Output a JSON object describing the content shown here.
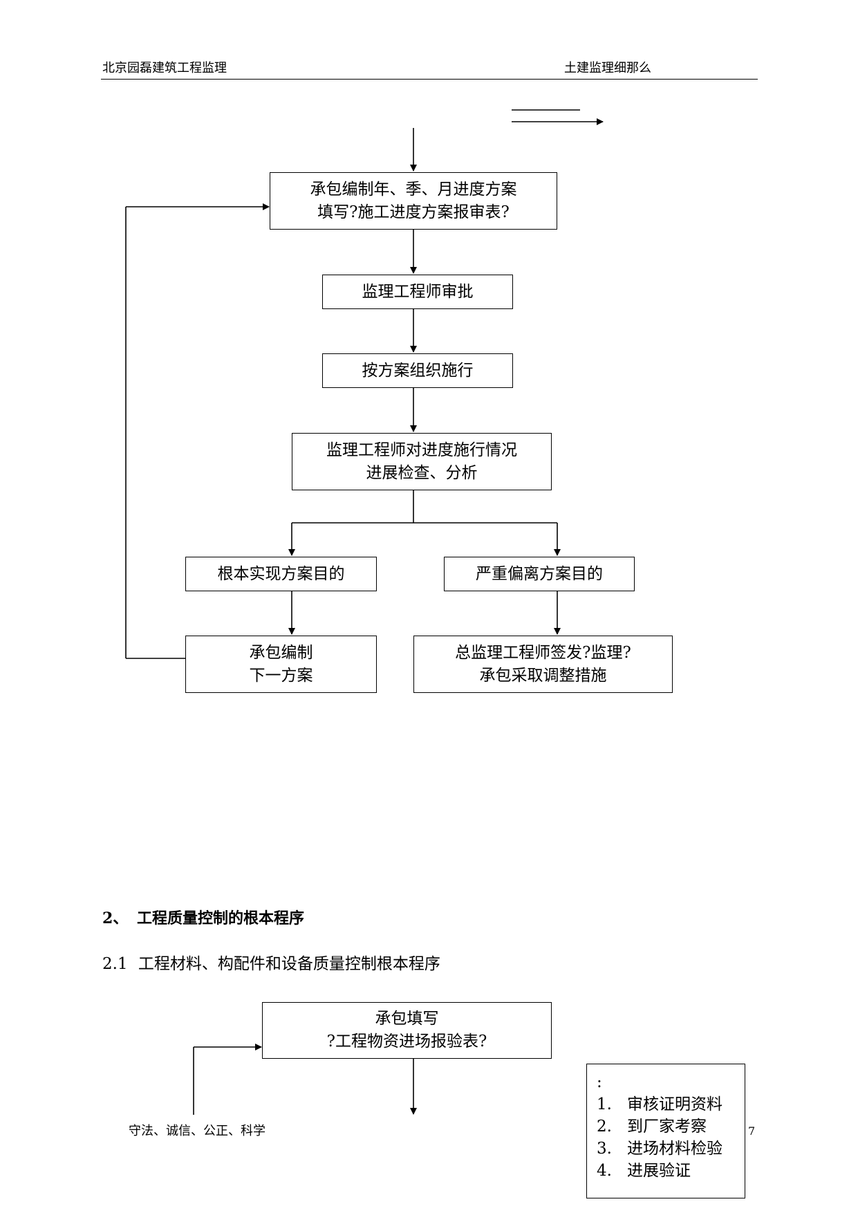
{
  "header": {
    "company": "北京园磊建筑工程监理",
    "doc_title": "土建监理细那么"
  },
  "flow1": {
    "plan_box": [
      "承包编制年、季、月进度方案",
      "填写?施工进度方案报审表?"
    ],
    "approve_box": "监理工程师审批",
    "execute_box": "按方案组织施行",
    "check_box": [
      "监理工程师对进度施行情况",
      "进展检查、分析"
    ],
    "achieve_box": "根本实现方案目的",
    "deviate_box": "严重偏离方案目的",
    "next_plan_box": [
      "承包编制",
      "下一方案"
    ],
    "adjust_box": [
      "总监理工程师签发?监理?",
      "承包采取调整措施"
    ]
  },
  "section2": {
    "number": "2、",
    "title": "工程质量控制的根本程序",
    "sub_number": "2.1",
    "sub_title": "工程材料、构配件和设备质量控制根本程序"
  },
  "flow2": {
    "fill_box": [
      "承包填写",
      "?工程物资进场报验表?"
    ],
    "notes_title": ":",
    "notes": [
      {
        "n": "1.",
        "text": "审核证明资料"
      },
      {
        "n": "2.",
        "text": "到厂家考察"
      },
      {
        "n": "3.",
        "text": "进场材料检验"
      },
      {
        "n": "4.",
        "text": "进展验证"
      }
    ]
  },
  "footer": {
    "motto": "守法、诚信、公正、科学",
    "page": "7"
  }
}
